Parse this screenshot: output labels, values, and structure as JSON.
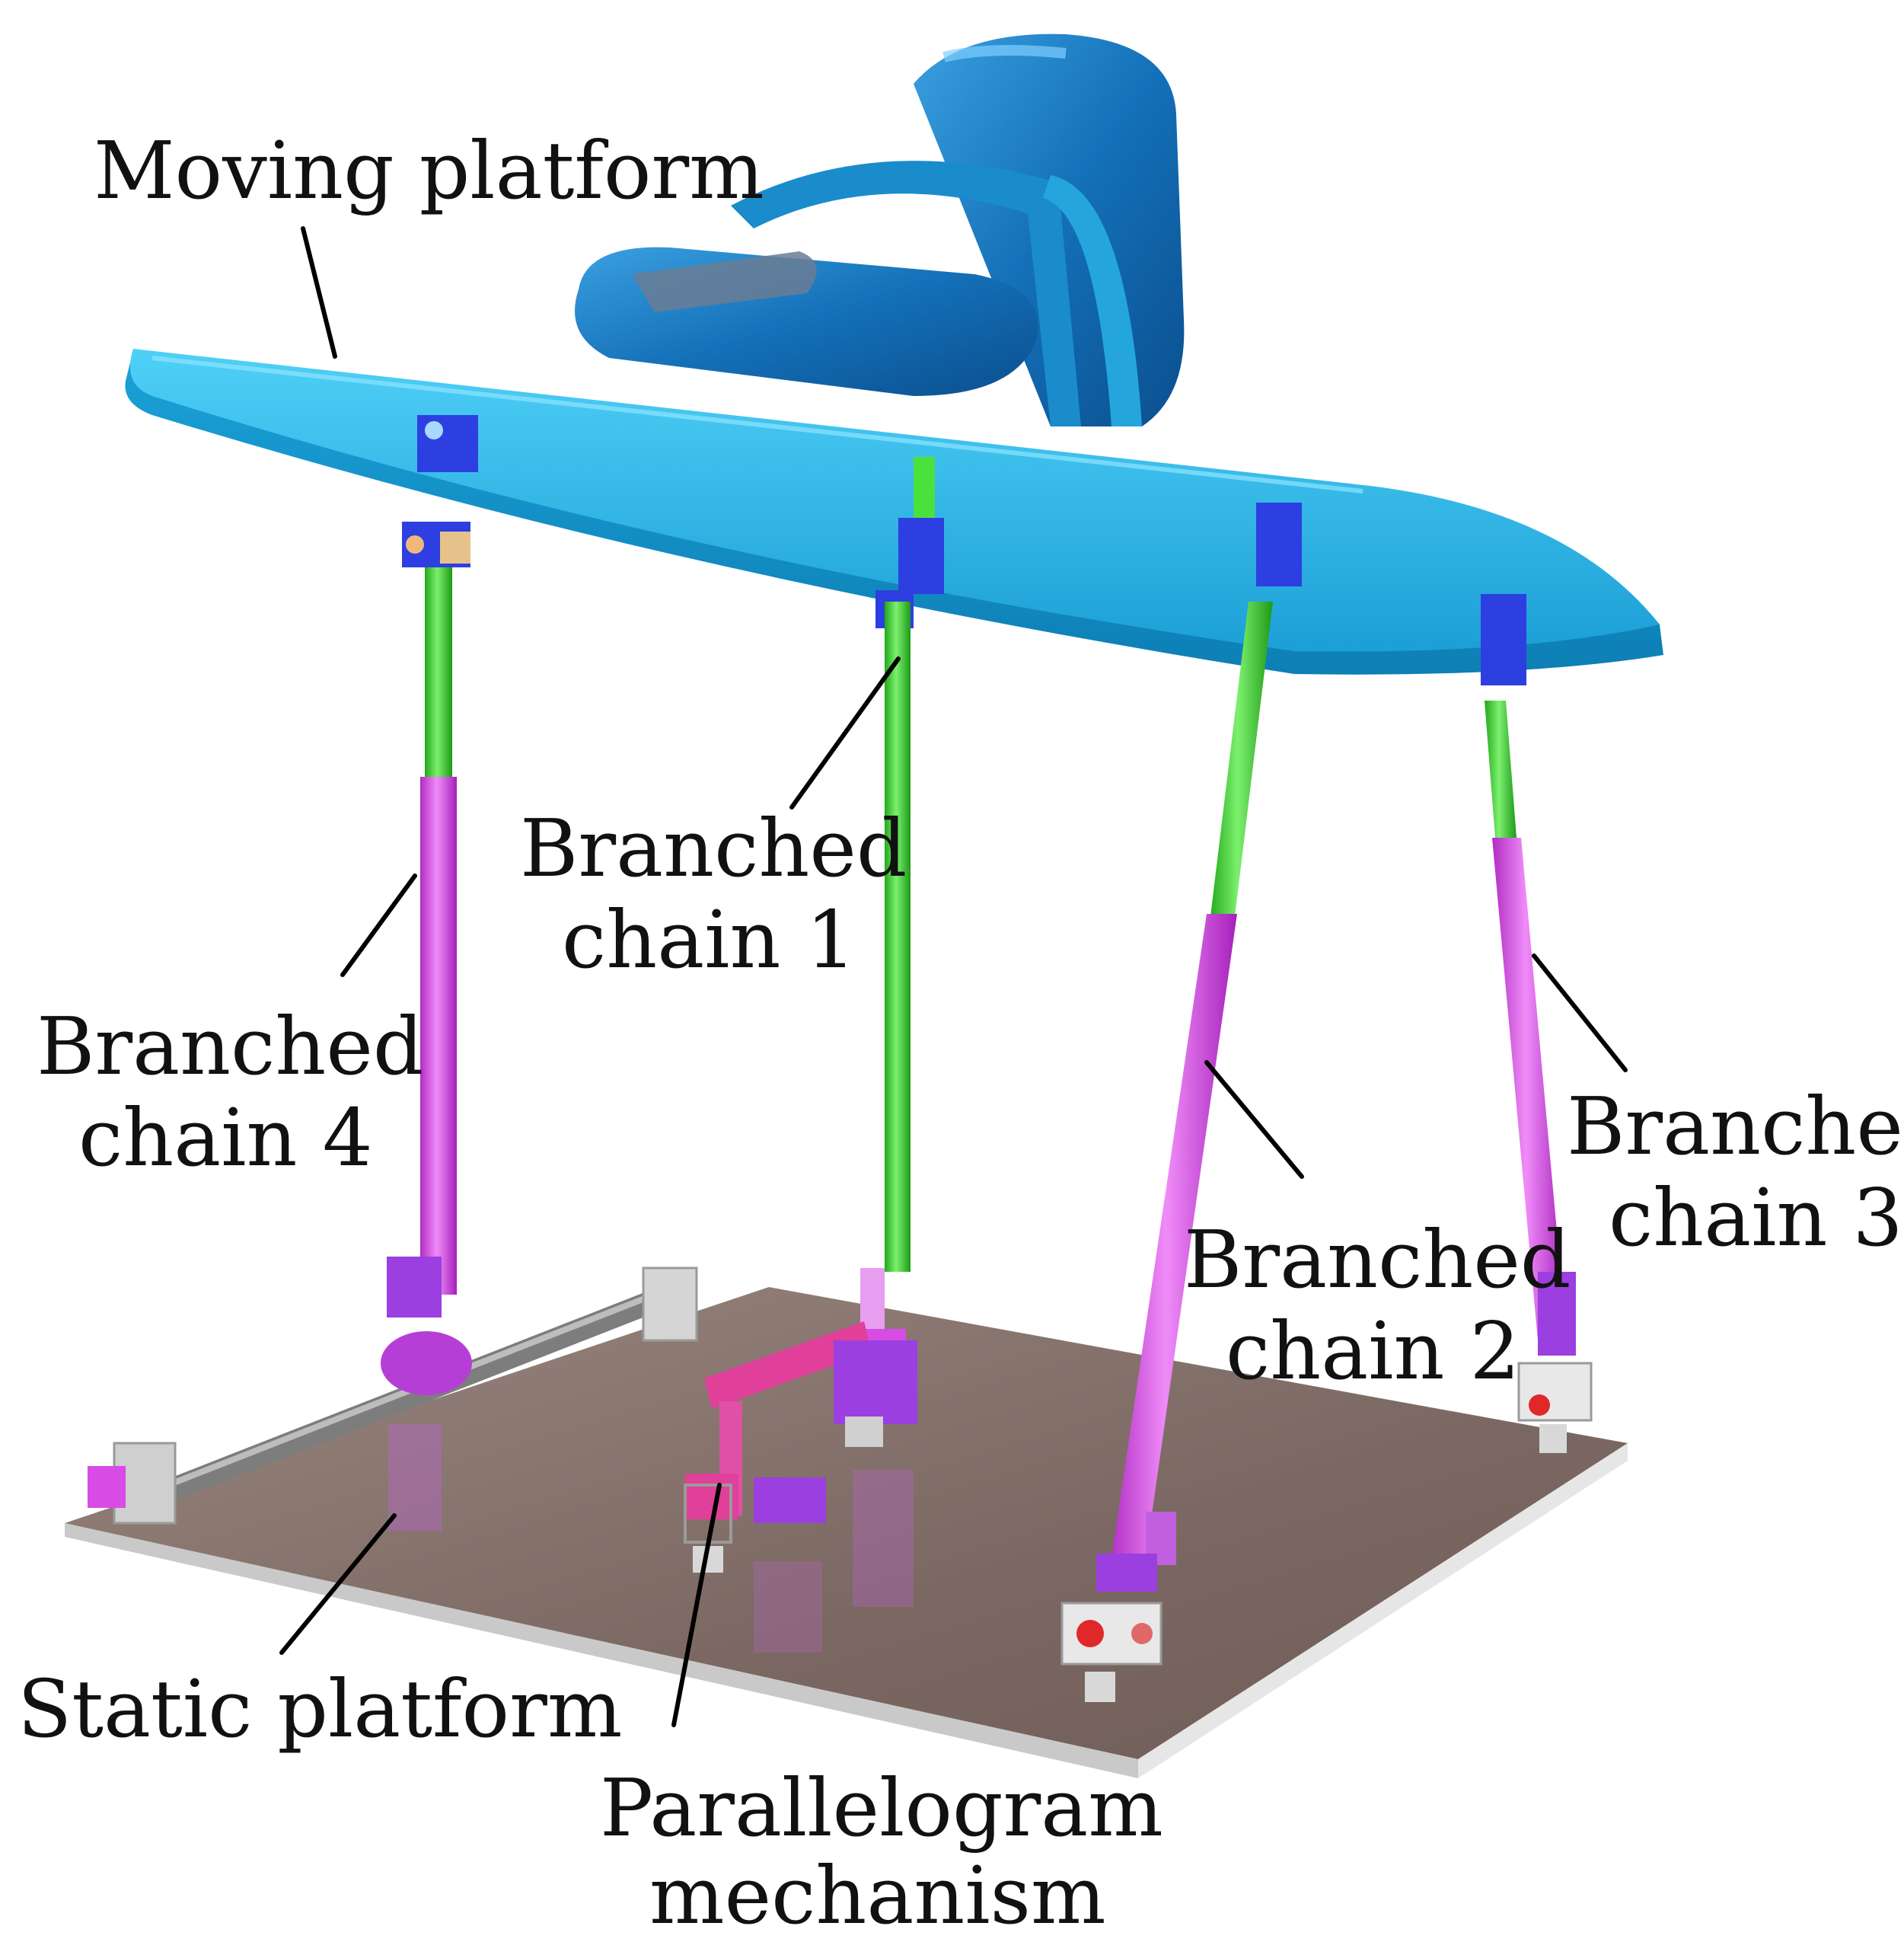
{
  "labels": {
    "moving_platform": "Moving platform",
    "chain1_line1": "Branched",
    "chain1_line2": "chain 1",
    "chain2_line1": "Branched",
    "chain2_line2": "chain 2",
    "chain3_line1": "Branched",
    "chain3_line2": "chain 3",
    "chain4_line1": "Branched",
    "chain4_line2": "chain 4",
    "static_platform": "Static platform",
    "parallelogram_line1": "Parallelogram",
    "parallelogram_line2": "mechanism"
  },
  "colors": {
    "moving_platform": "#29b6e8",
    "footrest": "#1f7fc4",
    "upper_rod": "#3ddc2e",
    "lower_rod": "#d84ce6",
    "joint_blue": "#2d3fe0",
    "joint_purple": "#9b3fe0",
    "parallelogram": "#e0409a",
    "static_platform": "#8a7670",
    "guide_block": "#d8d8d8"
  }
}
